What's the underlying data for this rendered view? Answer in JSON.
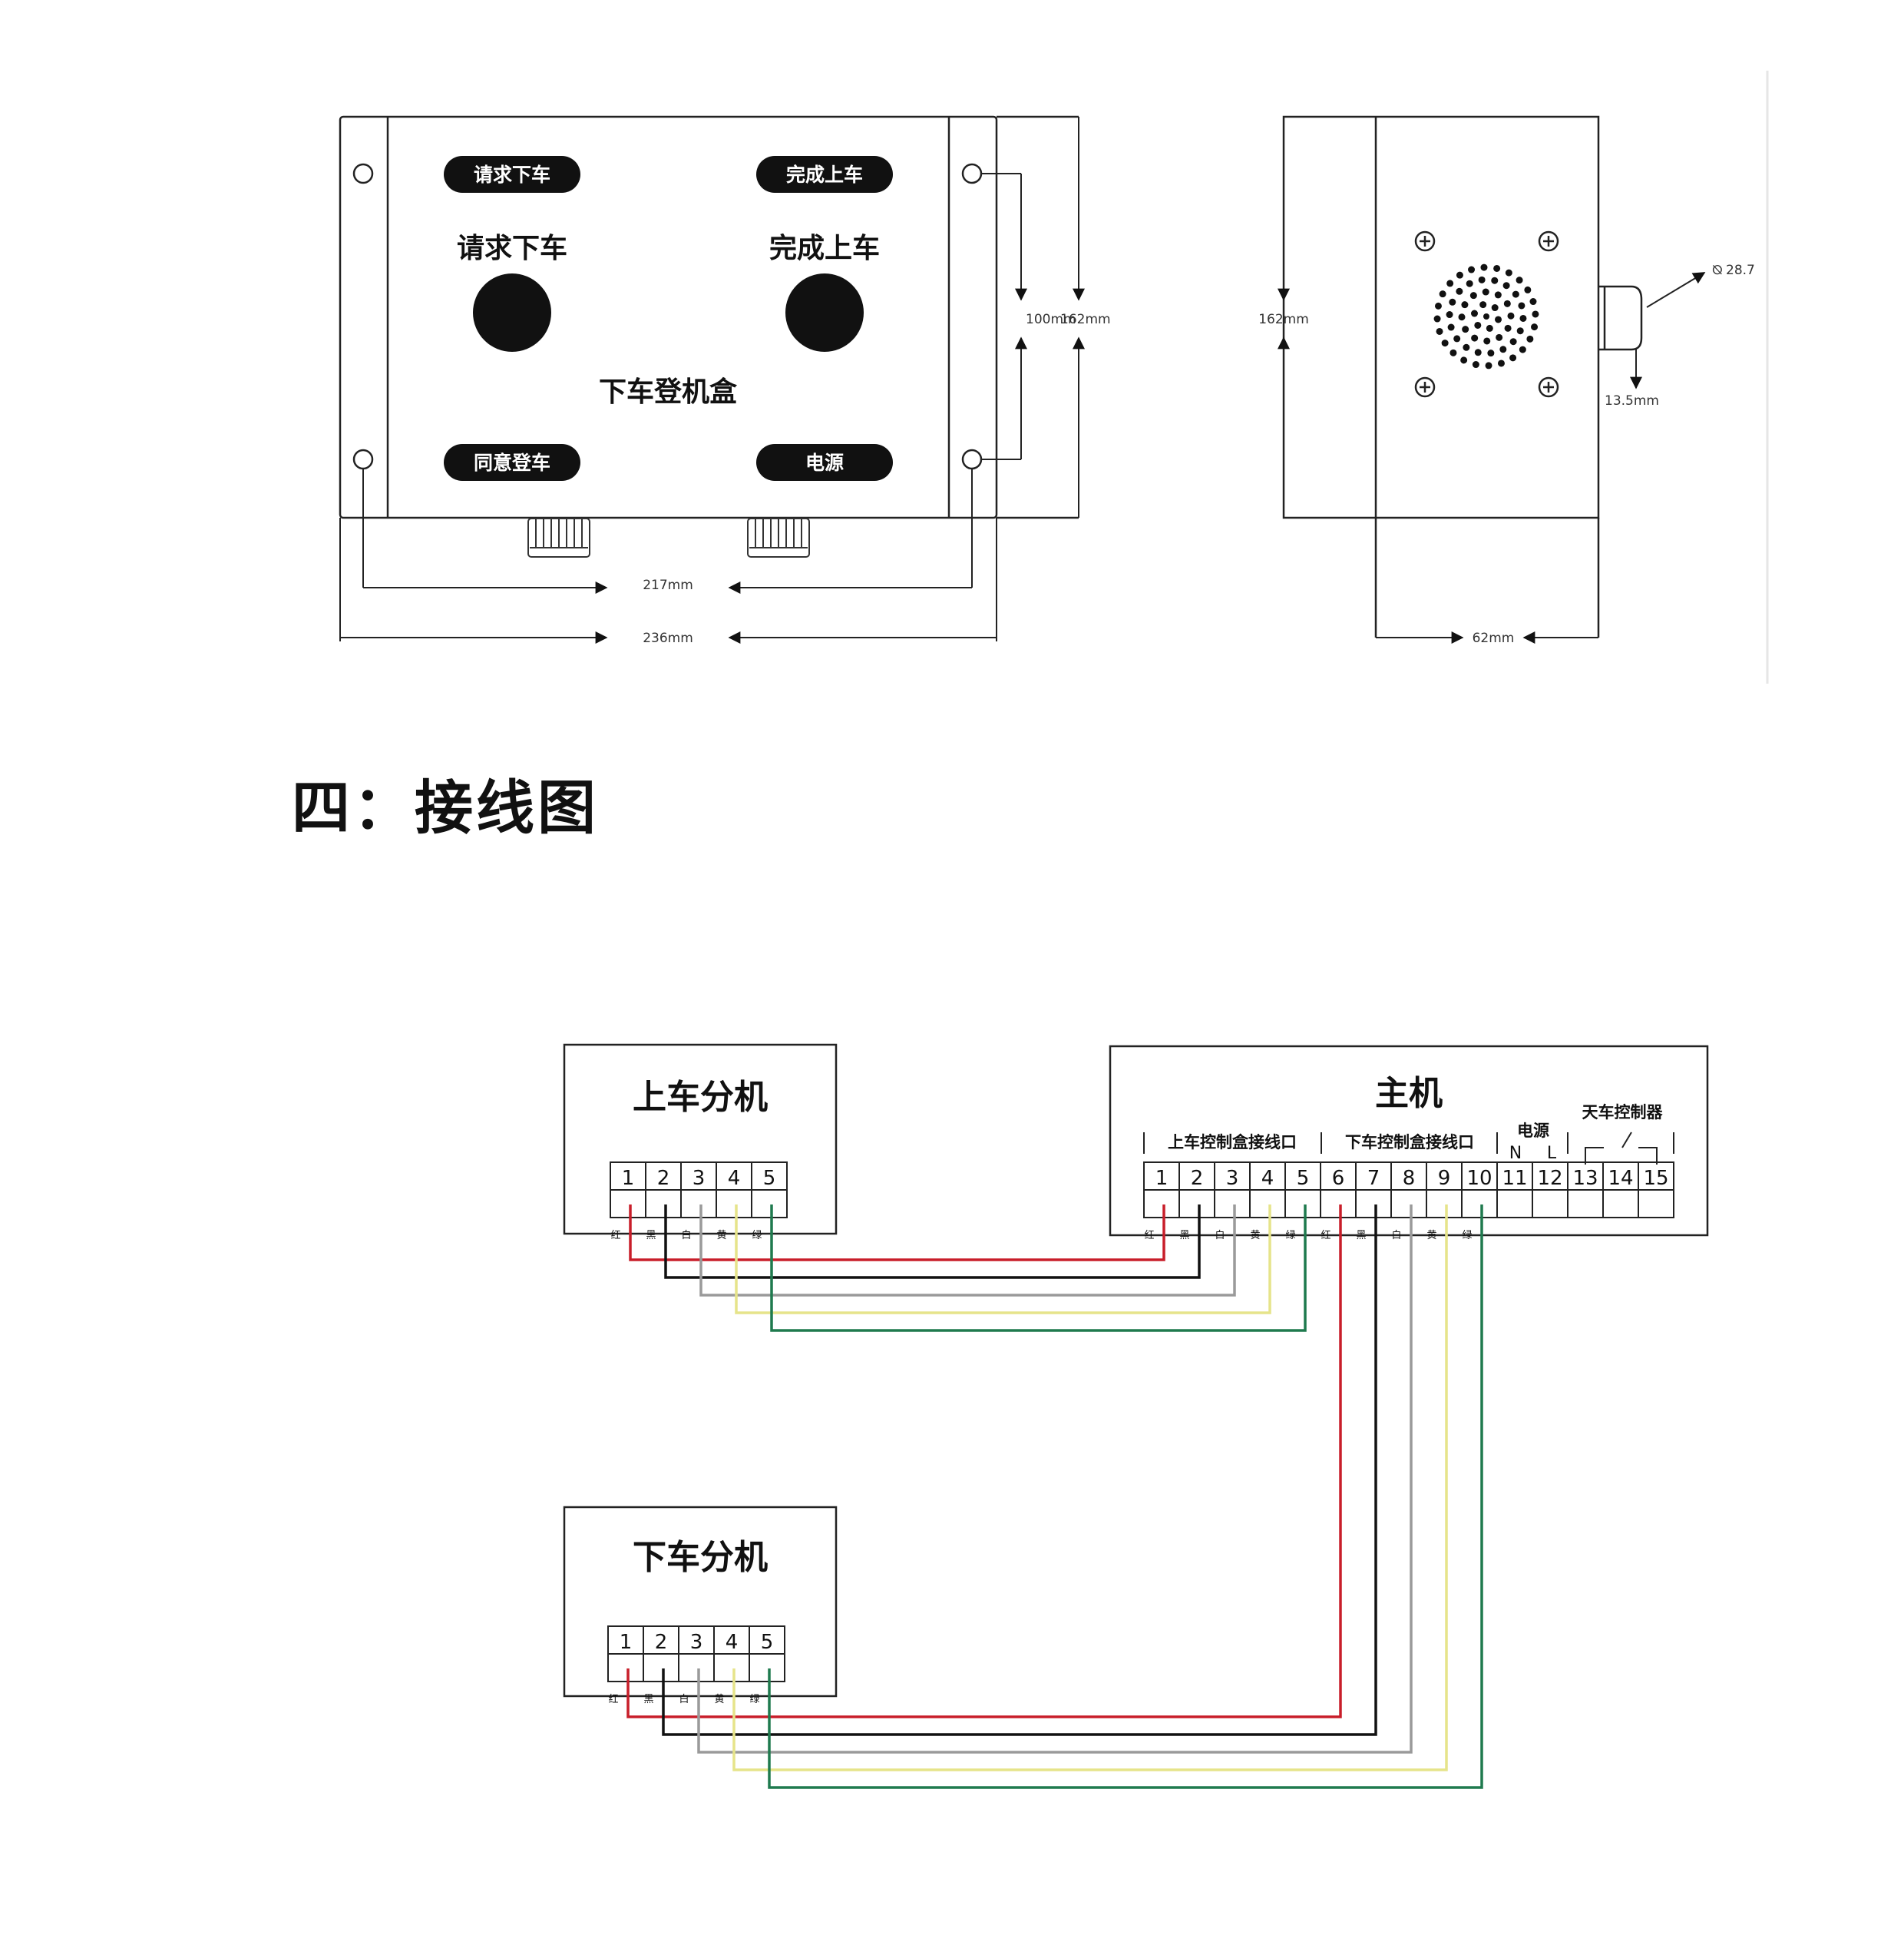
{
  "drawing": {
    "front_view": {
      "title": "下车登机盒",
      "labels": {
        "top_left": "请求下车",
        "top_right": "完成上车",
        "bottom_left": "同意登车",
        "bottom_right": "电源"
      },
      "button_captions": {
        "left": "请求下车",
        "right": "完成上车"
      },
      "dimensions": {
        "hole_vertical": "100mm",
        "height": "162mm",
        "hole_horizontal": "217mm",
        "width": "236mm"
      }
    },
    "side_view": {
      "dimensions": {
        "height": "162mm",
        "depth": "62mm",
        "knob_diameter": "28.7",
        "knob_offset": "13.5mm"
      }
    }
  },
  "section": {
    "title": "四：接线图"
  },
  "wiring": {
    "upper_unit": {
      "title": "上车分机",
      "terminals": [
        "1",
        "2",
        "3",
        "4",
        "5"
      ],
      "wire_colors": [
        "红",
        "黑",
        "白",
        "黄",
        "绿"
      ]
    },
    "lower_unit": {
      "title": "下车分机",
      "terminals": [
        "1",
        "2",
        "3",
        "4",
        "5"
      ],
      "wire_colors": [
        "红",
        "黑",
        "白",
        "黄",
        "绿"
      ]
    },
    "main_unit": {
      "title": "主机",
      "groups": {
        "upper_port": "上车控制盒接线口",
        "lower_port": "下车控制盒接线口",
        "power": "电源",
        "power_n": "N",
        "power_l": "L",
        "relay": "天车控制器"
      },
      "terminals": [
        "1",
        "2",
        "3",
        "4",
        "5",
        "6",
        "7",
        "8",
        "9",
        "10",
        "11",
        "12",
        "13",
        "14",
        "15"
      ],
      "wire_colors": [
        "红",
        "黑",
        "白",
        "黄",
        "绿",
        "红",
        "黑",
        "白",
        "黄",
        "绿"
      ]
    },
    "colors": {
      "red": "#c81e2a",
      "black": "#111111",
      "white": "#9a9a9a",
      "yellow": "#e6e48a",
      "green": "#1f7a4e"
    }
  }
}
